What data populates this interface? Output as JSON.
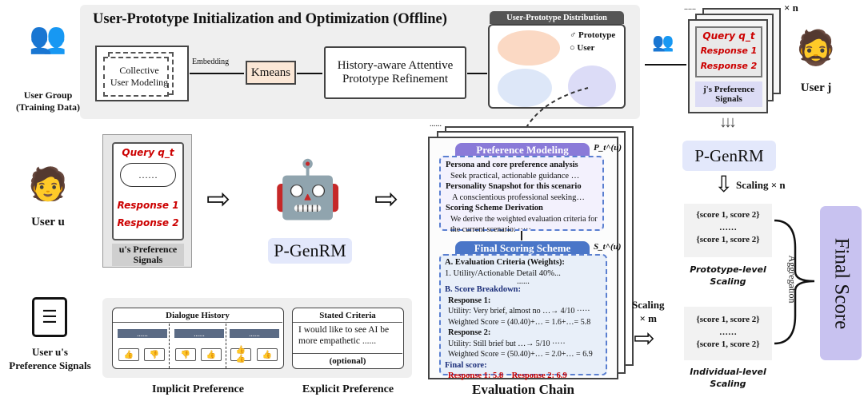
{
  "left": {
    "group_label": "User Group\n(Training Data)",
    "user_u_label": "User u",
    "signals_label": "User u's\nPreference Signals"
  },
  "offline": {
    "title": "User-Prototype Initialization and Optimization (Offline)",
    "collective": "Collective\nUser Modeling",
    "embedding": "Embedding",
    "kmeans": "Kmeans",
    "refinement": "History-aware Attentive\nPrototype Refinement",
    "distribution_title": "User-Prototype Distribution",
    "legend_prototype": "Prototype",
    "legend_user": "User"
  },
  "user_u": {
    "query": "Query q_t",
    "dots": "……",
    "response1": "Response 1",
    "response2": "Response 2",
    "signals": "u's Preference\nSignals"
  },
  "model": {
    "name": "P-GenRM"
  },
  "evaluation": {
    "title": "Evaluation Chain",
    "pref_header": "Preference Modeling",
    "pref_symbol": "P_t^(u)",
    "pref_items": [
      {
        "head": "Persona and core preference analysis",
        "body": "Seek practical, actionable guidance …"
      },
      {
        "head": "Personality Snapshot for this scenario",
        "body": "A conscientious professional seeking…"
      },
      {
        "head": "Scoring Scheme Derivation",
        "body": "We derive the weighted evaluation criteria for the current scenario: ·····"
      }
    ],
    "score_header": "Final Scoring Scheme",
    "score_symbol": "S_t^(u)",
    "criteria_head": "A. Evaluation Criteria (Weights):",
    "criteria_1": "1. Utility/Actionable Detail 40%...",
    "criteria_dots": "......",
    "breakdown_head": "B. Score Breakdown:",
    "r1_head": "Response 1:",
    "r1_util": "Utility: Very brief, almost no …→ 4/10 ·····",
    "r1_weighted": "Weighted Score = (40.40)+… = 1.6+…= 5.8",
    "r2_head": "Response 2:",
    "r2_util": "Utility: Still brief but …→ 5/10 ·····",
    "r2_weighted": "Weighted Score = (50.40)+… = 2.0+… = 6.9",
    "final_head": "Final score:",
    "final_r1": "Response 1: 5.8",
    "final_r2": "Response 2: 6.9",
    "stack_dots": "......"
  },
  "bottom": {
    "dialogue_title": "Dialogue History",
    "bubble": "......",
    "stated_title": "Stated Criteria",
    "stated_text": "I would like to see AI be more empathetic ......",
    "optional": "(optional)",
    "implicit": "Implicit Preference",
    "explicit": "Explicit Preference"
  },
  "right": {
    "times_n": "× n",
    "stack_dots": "......",
    "query": "Query q_t",
    "response1": "Response 1",
    "response2": "Response 2",
    "signals": "j's Preference\nSignals",
    "user_j": "User j",
    "model": "P-GenRM",
    "scaling_n": "Scaling × n",
    "scaling_m": "Scaling\n× m",
    "score_line": "{score 1, score 2}",
    "dots": "……",
    "proto_label": "Prototype-level\nScaling",
    "indiv_label": "Individual-level\nScaling",
    "aggregation": "Aggregation",
    "final": "Final Score"
  },
  "colors": {
    "purple": "#8a7ad8",
    "blue_header": "#4a76c8",
    "red": "#cc0000",
    "final_bg": "#c8c2f0",
    "model_bg": "#e3e8fb"
  }
}
